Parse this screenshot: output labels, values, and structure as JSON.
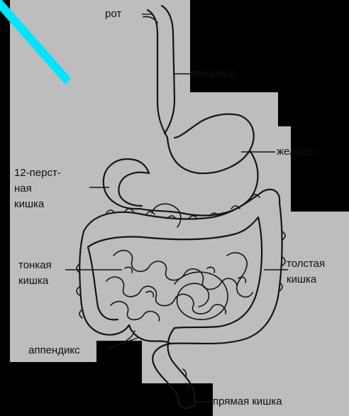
{
  "labels": {
    "mouth": "рот",
    "esophagus": "пищевод",
    "stomach": "желудок",
    "duodenum_line1": "12-перст-",
    "duodenum_line2": "ная",
    "duodenum_line3": "кишка",
    "small_intestine_line1": "тонкая",
    "small_intestine_line2": "кишка",
    "large_intestine_line1": "толстая",
    "large_intestine_line2": "кишка",
    "appendix": "аппендикс",
    "rectum": "прямая кишка"
  },
  "colors": {
    "background": "#000000",
    "panel": "#bdbdbd",
    "accent_line": "#00e5ff",
    "ink": "#151515"
  }
}
